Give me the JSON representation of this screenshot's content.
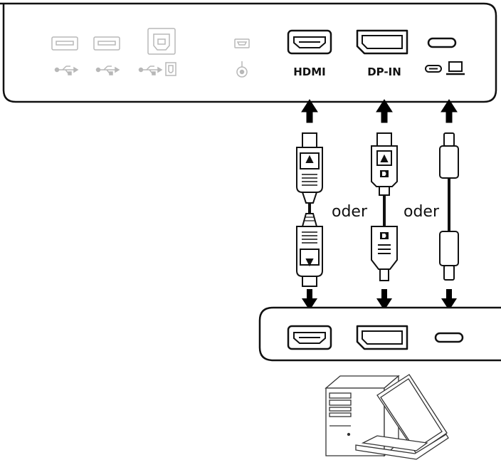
{
  "monitor_panel": {
    "ports": {
      "hdmi_label": "HDMI",
      "dp_label": "DP-IN"
    },
    "icons": [
      "usb-a-icon",
      "usb-a-icon",
      "usb-b-upstream-icon",
      "headphone-jack-icon",
      "usb-c-laptop-icon"
    ]
  },
  "cables": {
    "separator_1": "oder",
    "separator_2": "oder"
  },
  "colors": {
    "line": "#111111",
    "panel_fill": "#ffffff",
    "icon_grey": "#b8b8b8"
  }
}
